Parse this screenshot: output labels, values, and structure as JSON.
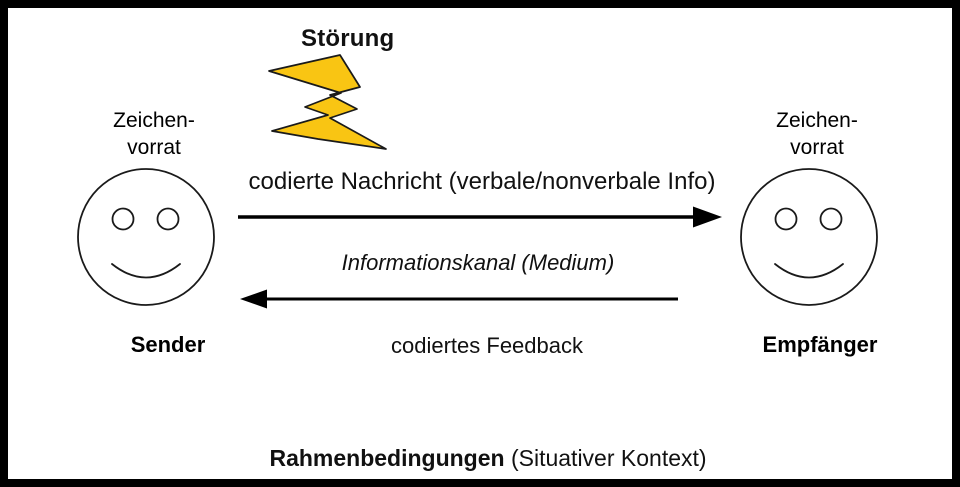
{
  "diagram": {
    "title": "Sender-Empfaenger Kommunikationsmodell",
    "disturbance": {
      "label": "Störung",
      "icon": "lightning-bolt-icon",
      "color": "#F9C513"
    },
    "sender": {
      "role_label": "Sender",
      "repertoire_line1": "Zeichen-",
      "repertoire_line2": "vorrat",
      "icon": "smiley-face-icon"
    },
    "receiver": {
      "role_label": "Empfänger",
      "repertoire_line1": "Zeichen-",
      "repertoire_line2": "vorrat",
      "icon": "smiley-face-icon"
    },
    "channel": {
      "message_label": "codierte Nachricht (verbale/nonverbale Info)",
      "medium_label": "Informationskanal (Medium)",
      "feedback_label": "codiertes Feedback",
      "forward_arrow": "arrow-right-icon",
      "feedback_arrow": "arrow-left-icon"
    },
    "caption": {
      "bold_part": "Rahmenbedingungen",
      "plain_part": " (Situativer Kontext)"
    },
    "colors": {
      "border": "#000000",
      "background": "#ffffff",
      "ink": "#111111",
      "accent_yellow": "#F9C513"
    }
  }
}
